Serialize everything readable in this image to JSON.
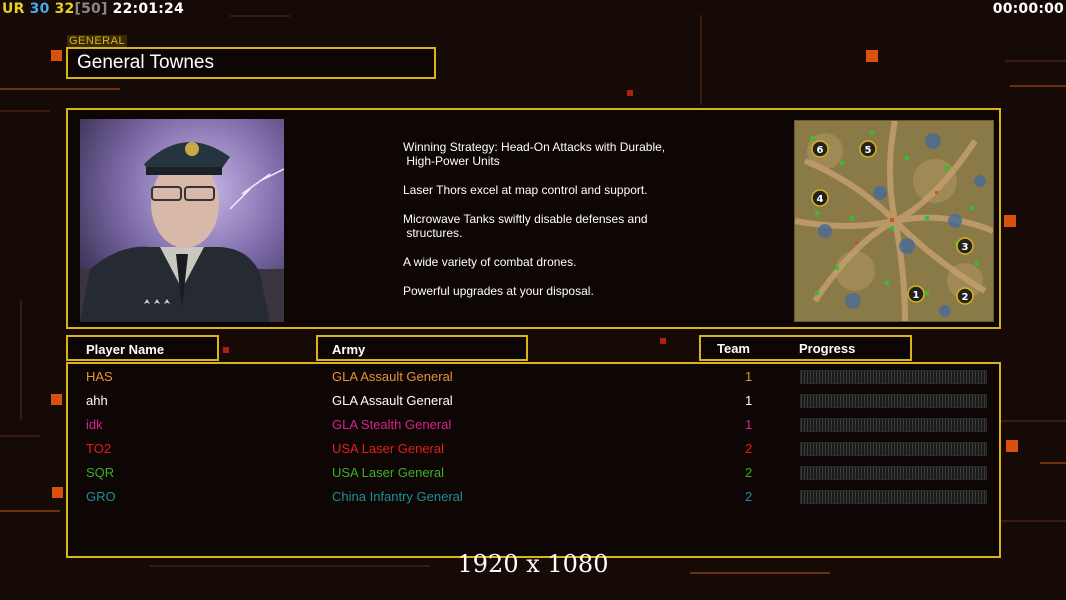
{
  "hud": {
    "counter_ur": "UR",
    "counter_a": "30",
    "counter_b": "32",
    "counter_c": "[50]",
    "clock": "22:01:24",
    "timer": "00:00:00"
  },
  "general": {
    "tag": "GENERAL",
    "name": "General Townes"
  },
  "strategy": [
    "Winning Strategy: Head-On Attacks with Durable,\n High-Power Units",
    "Laser Thors excel at map control and support.",
    "Microwave Tanks swiftly disable defenses and\n structures.",
    "A wide variety of combat drones.",
    "Powerful upgrades at your disposal."
  ],
  "minimap": {
    "start_positions": [
      "6",
      "5",
      "4",
      "3",
      "1",
      "2"
    ]
  },
  "headers": {
    "player": "Player Name",
    "army": "Army",
    "team": "Team",
    "progress": "Progress"
  },
  "players": [
    {
      "name": "HAS",
      "army": "GLA Assault General",
      "team": "1",
      "color": "#e8923a",
      "progress": 0
    },
    {
      "name": "ahh",
      "army": "GLA Assault General",
      "team": "1",
      "color": "#ffffff",
      "progress": 0
    },
    {
      "name": "idk",
      "army": "GLA Stealth General",
      "team": "1",
      "color": "#d8238e",
      "progress": 0
    },
    {
      "name": "TO2",
      "army": "USA Laser General",
      "team": "2",
      "color": "#e0201c",
      "progress": 0
    },
    {
      "name": "SQR",
      "army": "USA Laser General",
      "team": "2",
      "color": "#3cae2a",
      "progress": 0
    },
    {
      "name": "GRO",
      "army": "China Infantry General",
      "team": "2",
      "color": "#1b8f9a",
      "progress": 0
    }
  ],
  "resolution": "1920 x 1080",
  "colors": {
    "accent": "#d8b418",
    "ur": "#e8d020",
    "a": "#4aa8e8",
    "b": "#e8d020",
    "c": "#888888"
  }
}
